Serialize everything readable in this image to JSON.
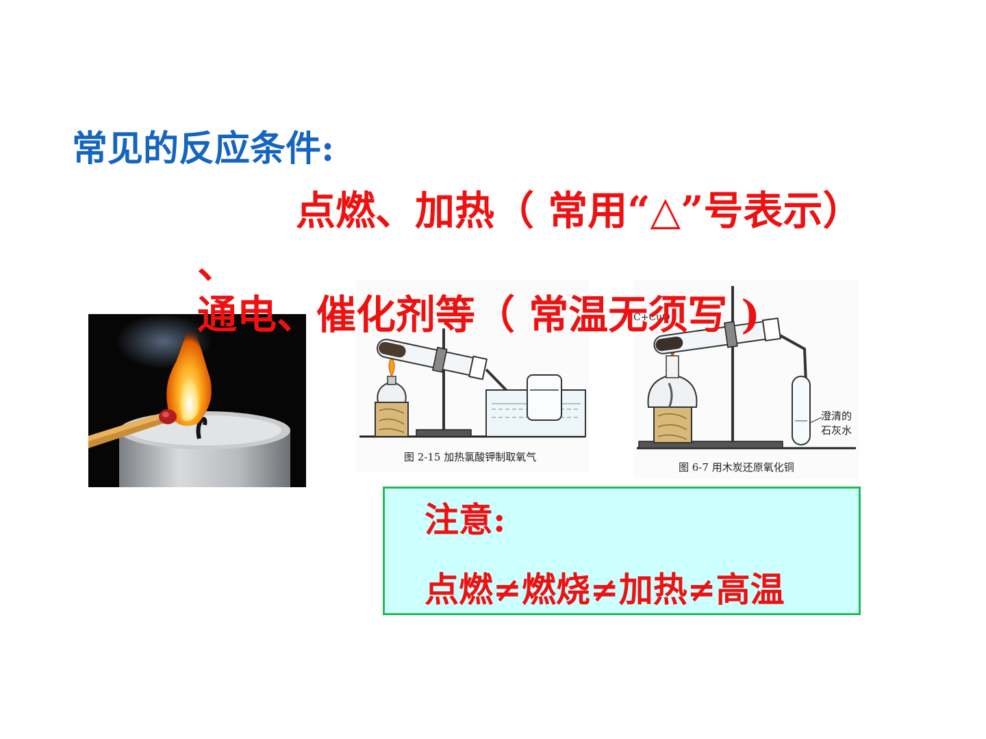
{
  "slide": {
    "heading": "常见的反应条件:",
    "conditions_line1": "点燃、加热（ 常用“△”号表示）",
    "conditions_comma": "、",
    "conditions_line2": "通电、催化剂等（ 常温无须写 )"
  },
  "figures": {
    "fig1_caption": "图 2-15  加热氯酸钾制取氧气",
    "fig2_caption": "图 6-7  用木炭还原氧化铜",
    "fig2_label_reactants": "C+CuO",
    "fig2_label_limewater_1": "澄清的",
    "fig2_label_limewater_2": "石灰水"
  },
  "note": {
    "title": "注意:",
    "body": "点燃≠燃烧≠加热≠高温"
  },
  "colors": {
    "heading": "#1565c0",
    "conditions": "#ee1111",
    "note_bg": "#ccffff",
    "note_border": "#22bb55"
  },
  "icons": {
    "photo": "burning-match-candle-image",
    "fig1": "potassium-chlorate-oxygen-apparatus-diagram",
    "fig2": "carbon-copper-oxide-reduction-apparatus-diagram"
  }
}
